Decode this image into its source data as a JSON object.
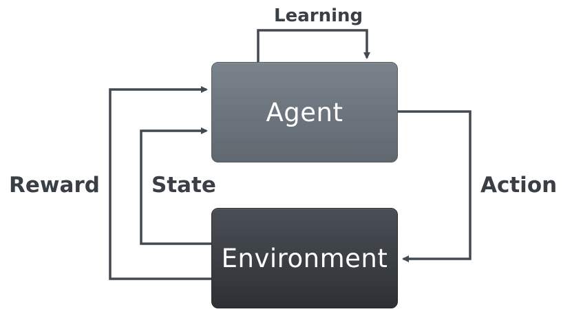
{
  "diagram": {
    "nodes": {
      "agent": {
        "label": "Agent"
      },
      "environment": {
        "label": "Environment"
      }
    },
    "edges": {
      "learning": {
        "label": "Learning"
      },
      "reward": {
        "label": "Reward"
      },
      "state": {
        "label": "State"
      },
      "action": {
        "label": "Action"
      }
    },
    "colors": {
      "line": "#434950",
      "text": "#3a3f45",
      "agent_fill": "#6c747c",
      "environment_fill": "#3a3e43",
      "node_text": "#ffffff"
    }
  }
}
